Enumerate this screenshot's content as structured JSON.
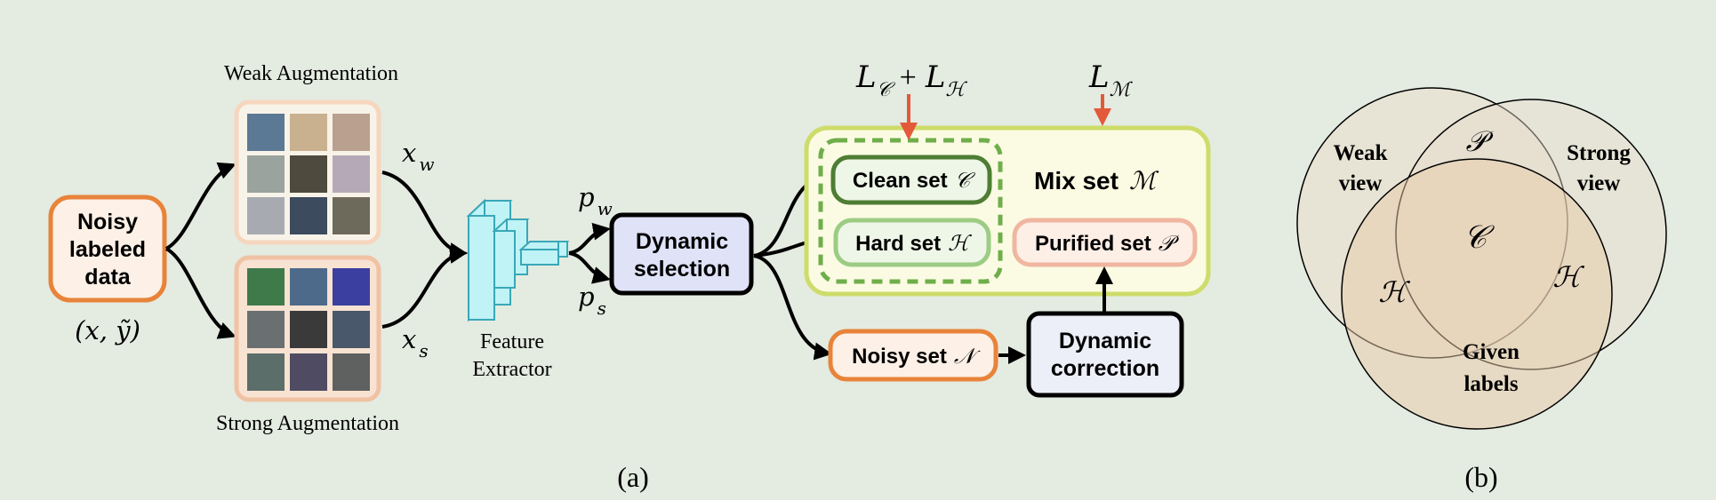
{
  "panel_a": {
    "caption": "(a)",
    "input_box": {
      "line1": "Noisy",
      "line2": "labeled",
      "line3": "data"
    },
    "input_var": "(x, ỹ)",
    "weak_aug_label": "Weak Augmentation",
    "strong_aug_label": "Strong Augmentation",
    "xw": {
      "base": "x",
      "sub": "w"
    },
    "xs": {
      "base": "x",
      "sub": "s"
    },
    "extractor": {
      "line1": "Feature",
      "line2": "Extractor"
    },
    "pw": {
      "base": "p",
      "sub": "w"
    },
    "ps": {
      "base": "p",
      "sub": "s"
    },
    "dynamic_selection": {
      "line1": "Dynamic",
      "line2": "selection"
    },
    "loss_ch": {
      "l1": "L",
      "s1": "𝒞",
      "plus": "+",
      "l2": "L",
      "s2": "ℋ"
    },
    "loss_m": {
      "l": "L",
      "s": "ℳ"
    },
    "mix_set": {
      "label": "Mix set",
      "sym": "ℳ"
    },
    "clean_set": {
      "label": "Clean set",
      "sym": "𝒞"
    },
    "hard_set": {
      "label": "Hard set",
      "sym": "ℋ"
    },
    "purified_set": {
      "label": "Purified set",
      "sym": "𝒫"
    },
    "noisy_set": {
      "label": "Noisy set",
      "sym": "𝒩"
    },
    "dynamic_correction": {
      "line1": "Dynamic",
      "line2": "correction"
    }
  },
  "panel_b": {
    "caption": "(b)",
    "weak": {
      "line1": "Weak",
      "line2": "view"
    },
    "strong": {
      "line1": "Strong",
      "line2": "view"
    },
    "given": {
      "line1": "Given",
      "line2": "labels"
    },
    "region_p": "𝒫",
    "region_c": "𝒞",
    "region_h_left": "ℋ",
    "region_h_right": "ℋ"
  },
  "colors": {
    "background": "#e4ebe1",
    "orange": "#e8833a",
    "orange_fill": "#fdf0e6",
    "green_dark": "#5a8a3c",
    "green_light": "#8fbf72",
    "green_fill": "#eef6e8",
    "mix_border": "#cddc6a",
    "mix_fill": "#fbfbe3",
    "purified_border": "#f0b6a0",
    "purified_fill": "#fdeee6",
    "selection_fill": "#e0e3f7",
    "correction_fill": "#eceef8",
    "arrow_red": "#e35a3a",
    "extractor_fill": "#bff3f6",
    "extractor_stroke": "#3aa7b8"
  }
}
